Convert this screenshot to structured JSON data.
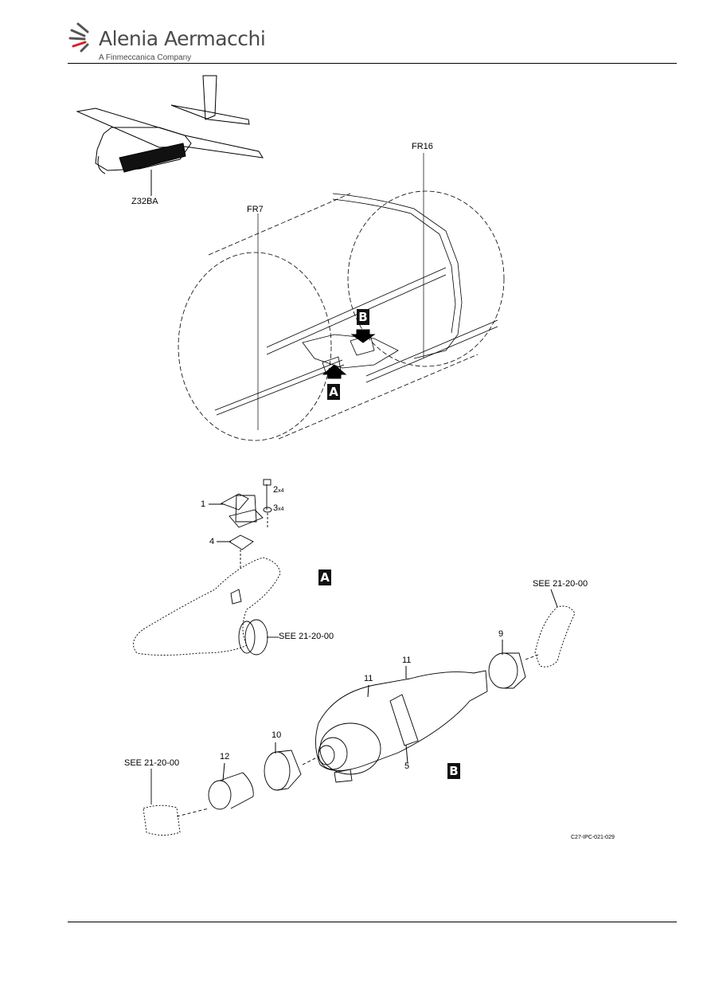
{
  "header": {
    "brand": "Alenia Aermacchi",
    "tagline": "A Finmeccanica Company",
    "accent_color": "#d81e2c"
  },
  "figure": {
    "zone": "Z32BA",
    "frames": {
      "front": "FR7",
      "rear": "FR16"
    },
    "view_tags": {
      "a": "A",
      "b": "B"
    },
    "items": {
      "i1": "1",
      "i2": "2",
      "i3": "3",
      "i4": "4",
      "i5": "5",
      "i9": "9",
      "i10": "10",
      "i11a": "11",
      "i11b": "11",
      "i12": "12"
    },
    "qty": {
      "q2": "x4",
      "q3": "x4"
    },
    "refs": {
      "ref_a": "SEE 21-20-00",
      "ref_b_top": "SEE 21-20-00",
      "ref_b_left": "SEE 21-20-00"
    },
    "code": "C27-IPC-021-029"
  }
}
